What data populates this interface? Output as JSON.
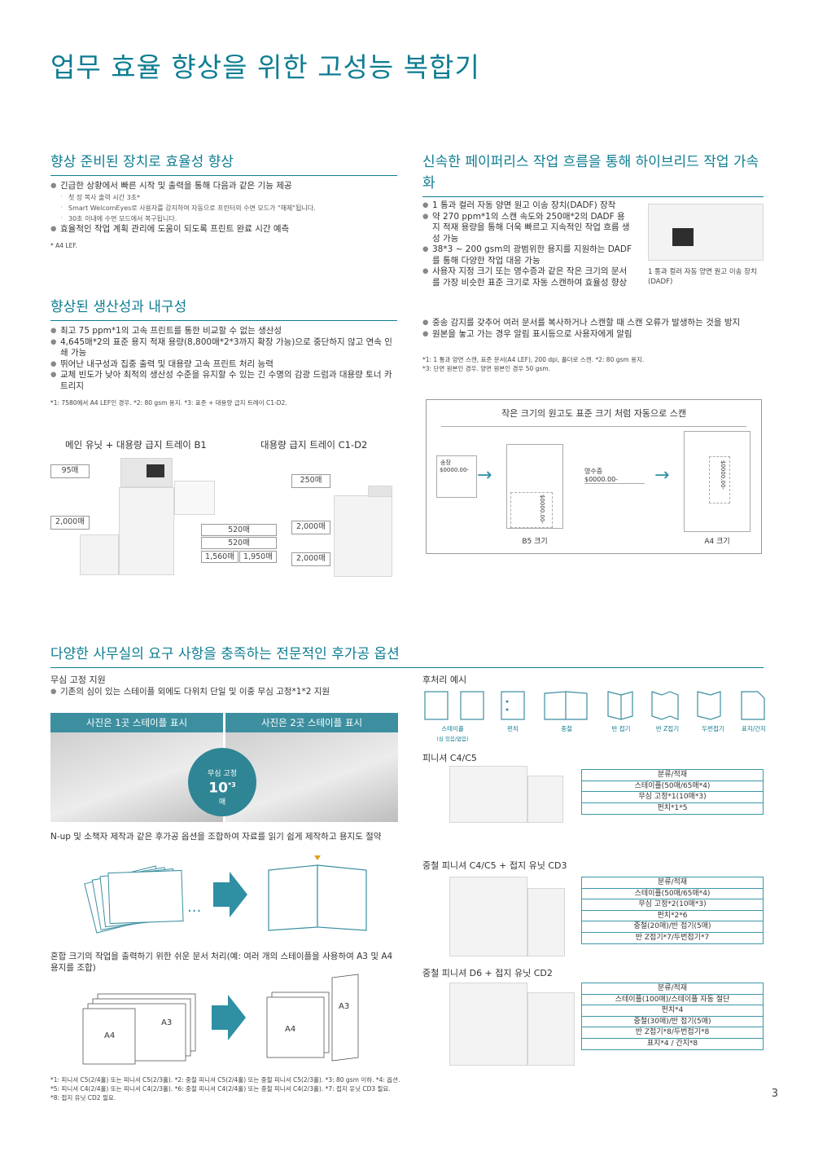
{
  "page_title": "업무 효율 향상을 위한 고성능 복합기",
  "page_number": "3",
  "sec1": {
    "title": "향상 준비된 장치로 효율성 향상",
    "items": [
      "긴급한 상황에서 빠른 시작 및 출력을 통해 다음과 같은 기능 제공",
      "첫 장 복사 출력 시간 3초*",
      "Smart WelcomEyes로 사용자를 감지하여 자동으로 프린터의 수면 모드가 \"해제\"됩니다.",
      "30초 이내에 수면 모드에서 복구됩니다.",
      "효율적인 작업 계획 관리에 도움이 되도록 프린트 완료 시간 예측"
    ],
    "note": "* A4 LEF."
  },
  "sec2": {
    "title": "향상된 생산성과 내구성",
    "items": [
      "최고 75 ppm*1의 고속 프린트를 통한 비교할 수 없는 생산성",
      "4,645매*2의 표준 용지 적재 용량(8,800매*2*3까지 확장 가능)으로 중단하지 않고 연속 인쇄 가능",
      "뛰어난 내구성과 집중 출력 및 대용량 고속 프린트 처리 능력",
      "교체 빈도가 낮아 최적의 생산성 수준을 유지할 수 있는 긴 수명의 감광 드럼과 대용량 토너 카트리지"
    ],
    "note": "*1: 7580에서 A4 LEF인 경우. *2: 80 gsm 용지. *3: 표준 + 대용량 급지 트레이 C1-D2."
  },
  "machine1": {
    "label": "메인 유닛 + 대용량 급지 트레이 B1",
    "boxes": [
      "95매",
      "2,000매",
      "520매",
      "520매",
      "1,560매",
      "1,950매"
    ]
  },
  "machine2": {
    "label": "대용량 급지 트레이 C1-D2",
    "boxes": [
      "250매",
      "2,000매",
      "2,000매"
    ]
  },
  "sec3": {
    "title": "신속한 페이퍼리스 작업 흐름을 통해 하이브리드 작업 가속화",
    "items": [
      "1 통과 컬러 자동 양면 원고 이송 장치(DADF) 장착",
      "약 270 ppm*1의 스캔 속도와 250매*2의 DADF 용지 적재 용량을 통해 더욱 빠르고 지속적인 작업 흐름 생성 가능",
      "38*3 ~ 200 gsm의 광범위한 용지를 지원하는 DADF를 통해 다양한 작업 대응 가능",
      "사용자 지정 크기 또는 영수증과 같은 작은 크기의 문서를 가장 비슷한 표준 크기로 자동 스캔하여 효율성 향상",
      "중송 감지를 갖추어 여러 문서를 복사하거나 스캔할 때 스캔 오류가 발생하는 것을 방지",
      "원본을 놓고 가는 경우 알림 표시등으로 사용자에게 알림"
    ],
    "caption": "1 통과 컬러 자동 양면 원고 이송 장치(DADF)",
    "note1": "*1: 1 통과 양면 스캔, 표준 문서(A4 LEF), 200 dpi, 폴더로 스캔. *2: 80 gsm 용지.",
    "note2": "*3: 단면 원본인 경우. 양면 원본인 경우 50 gsm."
  },
  "scan": {
    "title": "작은 크기의 원고도 표준 크기 처럼 자동으로 스캔",
    "doc1_title": "송장",
    "doc1_value": "$0000.00-",
    "doc2_title": "영수증",
    "doc2_value": "$0000.00-",
    "label_b5": "B5 크기",
    "label_a4": "A4 크기"
  },
  "sec4": {
    "title": "다양한 사무실의 요구 사항을 충족하는 전문적인 후가공 옵션",
    "staple_title": "무심 고정 지원",
    "staple_item": "기존의 심이 있는 스테이플 외에도 다위치 단일 및 이중 무심 고정*1*2 지원",
    "tab1": "사진은 1곳 스테이플 표시",
    "tab2": "사진은 2곳 스테이플 표시",
    "badge_top": "무심 고정",
    "badge_num": "10",
    "badge_sup": "*3",
    "badge_unit": "매",
    "nup_text": "N-up 및 소책자 제작과 같은 후가공 옵션을 조합하여 자료를 읽기 쉽게 제작하고 용지도 절약",
    "mixed_text": "혼합 크기의 작업을 출력하기 위한 쉬운 문서 처리(예: 여러 개의 스테이플을 사용하여 A3 및 A4 용지를 조합)",
    "a3": "A3",
    "a4": "A4",
    "dots": "···",
    "examples_title": "후처리 예시",
    "examples": [
      "스테이플",
      "펀치",
      "중철",
      "반 접기",
      "반 Z접기",
      "두번접기",
      "표지/간지"
    ],
    "example_sub": "(심 있음/없음)",
    "fin1": {
      "title": "피니셔 C4/C5",
      "rows": [
        "분류/적재",
        "스테이플(50매/65매*4)",
        "무심 고정*1(10매*3)",
        "펀치*1*5"
      ]
    },
    "fin2": {
      "title": "중철 피니셔 C4/C5 + 접지 유닛 CD3",
      "rows": [
        "분류/적재",
        "스테이플(50매/65매*4)",
        "무심 고정*2(10매*3)",
        "펀치*2*6",
        "중철(20매)/반 접기(5매)",
        "반 Z접기*7/두번접기*7"
      ]
    },
    "fin3": {
      "title": "중철 피니셔 D6 + 접지 유닛 CD2",
      "rows": [
        "분류/적재",
        "스테이플(100매)/스테이플 자동 절단",
        "펀치*4",
        "중철(30매)/반 접기(5매)",
        "반 Z접기*8/두번접기*8",
        "표지*4 / 간지*8"
      ]
    },
    "footnotes": [
      "*1: 피니셔 C5(2/4홀) 또는 피니셔 C5(2/3홀). *2: 중철 피니셔 C5(2/4홀) 또는 중철 피니셔 C5(2/3홀). *3: 80 gsm 이하. *4: 옵션.",
      "*5: 피니셔 C4(2/4홀) 또는 피니셔 C4(2/3홀). *6: 중철 피니셔 C4(2/4홀) 또는 중철 피니셔 C4(2/3홀). *7: 접지 유닛 CD3 필요.",
      "*8: 접지 유닛 CD2 필요."
    ]
  },
  "colors": {
    "accent": "#0e7d92",
    "tab": "#3d8fa0",
    "arrow": "#2f8fa3"
  }
}
